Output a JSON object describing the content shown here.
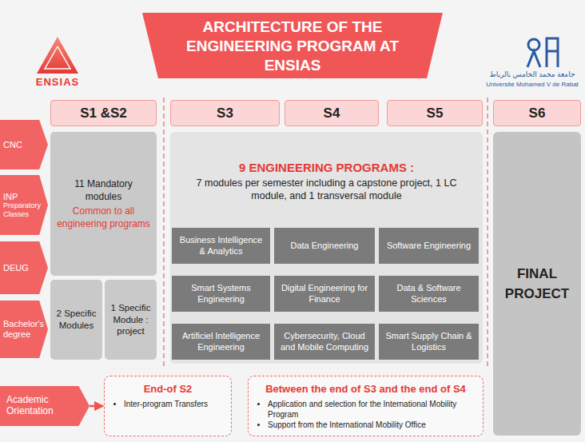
{
  "diagram": {
    "title": "ARCHITECTURE OF THE ENGINEERING PROGRAM AT ENSIAS",
    "nodes": [
      {
        "text": [
          "S1 &S2"
        ]
      },
      {
        "text": [
          "S3"
        ]
      },
      {
        "text": [
          "S4"
        ]
      },
      {
        "text": [
          "S5"
        ]
      },
      {
        "text": [
          "S6"
        ]
      },
      {
        "text": [
          "CNC"
        ]
      },
      {
        "text": [
          "INP",
          "Preparatory Classes"
        ]
      },
      {
        "text": [
          "11 Mandatory modules",
          "Common to all engineering programs"
        ]
      },
      {
        "text": [
          "9 ENGINEERING PROGRAMS :",
          "7 modules per semester including a capstone project, 1 LC module, and 1 transversal module"
        ]
      },
      {
        "text": [
          "Business Intelligence & Analytics"
        ],
        "in": 8
      },
      {
        "text": [
          "Data Engineering"
        ],
        "in": 8
      },
      {
        "text": [
          "Software Engineering"
        ],
        "in": 8
      },
      {
        "text": [
          "Smart Systems Engineering"
        ],
        "in": 8
      },
      {
        "text": [
          "Digital Engineering for Finance"
        ],
        "in": 8
      },
      {
        "text": [
          "Data & Software Sciences"
        ],
        "in": 8
      },
      {
        "text": [
          "Artificiel Intelligence Engineering"
        ],
        "in": 8
      },
      {
        "text": [
          "Cybersecurity, Cloud and Mobile Computing"
        ],
        "in": 8
      },
      {
        "text": [
          "Smart Supply Chain & Logistics"
        ],
        "in": 8
      },
      {
        "text": [
          "FINAL PROJECT"
        ]
      },
      {
        "text": [
          "DEUG"
        ]
      },
      {
        "text": [
          "2 Specific Modules"
        ]
      },
      {
        "text": [
          "1 Specific Module : project"
        ]
      },
      {
        "text": [
          "Bachelor's degree"
        ]
      },
      {
        "text": [
          "Academic Orientation"
        ]
      },
      {
        "text": [
          "End-of S2",
          "Inter-program Transfers"
        ]
      },
      {
        "text": [
          "Between the end of S3 and the end of S4",
          "Application and selection for the International Mobility Program",
          "Support from the International Mobility Office"
        ]
      }
    ],
    "edges": [
      {
        "from": 23,
        "to": 24,
        "arrow": "to"
      }
    ],
    "labels": [
      "ENSIAS",
      "جامعة محمد الخامس بالرباط",
      "Université Mohamed V de Rabat"
    ]
  }
}
